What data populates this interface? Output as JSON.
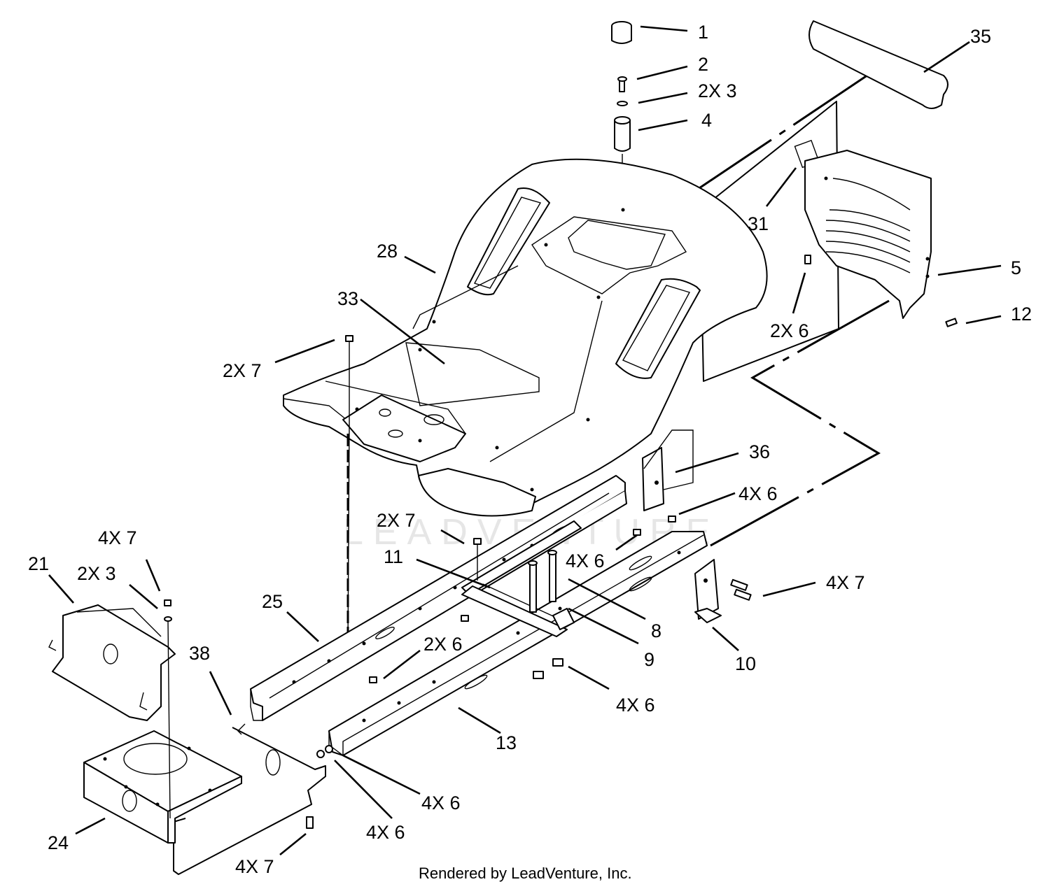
{
  "diagram": {
    "watermark": "LEADVENTURE",
    "footer": "Rendered by LeadVenture, Inc.",
    "callouts": [
      {
        "id": "c1",
        "text": "1"
      },
      {
        "id": "c2",
        "text": "2"
      },
      {
        "id": "c3",
        "text": "2X 3"
      },
      {
        "id": "c4",
        "text": "4"
      },
      {
        "id": "c35",
        "text": "35"
      },
      {
        "id": "c31",
        "text": "31"
      },
      {
        "id": "c5",
        "text": "5"
      },
      {
        "id": "c12",
        "text": "12"
      },
      {
        "id": "c6a",
        "text": "2X 6"
      },
      {
        "id": "c28",
        "text": "28"
      },
      {
        "id": "c33",
        "text": "33"
      },
      {
        "id": "c7a",
        "text": "2X 7"
      },
      {
        "id": "c36",
        "text": "36"
      },
      {
        "id": "c6b",
        "text": "4X 6"
      },
      {
        "id": "c7b",
        "text": "2X 7"
      },
      {
        "id": "c6c",
        "text": "4X 6"
      },
      {
        "id": "c7c",
        "text": "4X 7"
      },
      {
        "id": "c11",
        "text": "11"
      },
      {
        "id": "c8",
        "text": "8"
      },
      {
        "id": "c9",
        "text": "9"
      },
      {
        "id": "c10",
        "text": "10"
      },
      {
        "id": "c7d",
        "text": "4X 7"
      },
      {
        "id": "c21",
        "text": "21"
      },
      {
        "id": "c3b",
        "text": "2X 3"
      },
      {
        "id": "c25",
        "text": "25"
      },
      {
        "id": "c6d",
        "text": "2X 6"
      },
      {
        "id": "c38",
        "text": "38"
      },
      {
        "id": "c6e",
        "text": "4X 6"
      },
      {
        "id": "c13",
        "text": "13"
      },
      {
        "id": "c6f",
        "text": "4X 6"
      },
      {
        "id": "c6g",
        "text": "4X 6"
      },
      {
        "id": "c24",
        "text": "24"
      },
      {
        "id": "c7e",
        "text": "4X 7"
      }
    ]
  }
}
